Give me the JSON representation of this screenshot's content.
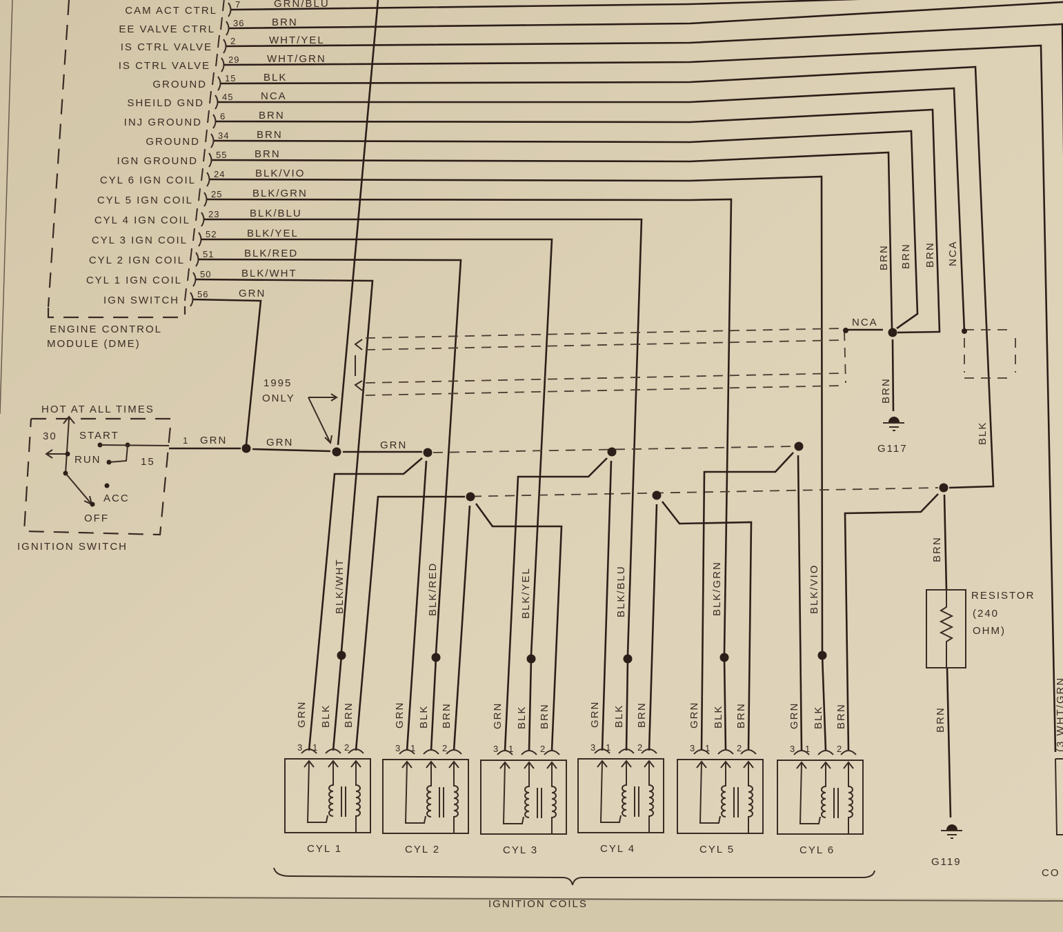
{
  "ecm": {
    "title_line1": "ENGINE CONTROL",
    "title_line2": "MODULE (DME)",
    "pins": [
      {
        "label": "CAM ACT CTRL",
        "pin": "7",
        "wire": "GRN/BLU"
      },
      {
        "label": "EE VALVE CTRL",
        "pin": "36",
        "wire": "BRN"
      },
      {
        "label": "IS CTRL VALVE",
        "pin": "2",
        "wire": "WHT/YEL"
      },
      {
        "label": "IS CTRL VALVE",
        "pin": "29",
        "wire": "WHT/GRN"
      },
      {
        "label": "GROUND",
        "pin": "15",
        "wire": "BLK"
      },
      {
        "label": "SHEILD GND",
        "pin": "45",
        "wire": "NCA"
      },
      {
        "label": "INJ GROUND",
        "pin": "6",
        "wire": "BRN"
      },
      {
        "label": "GROUND",
        "pin": "34",
        "wire": "BRN"
      },
      {
        "label": "IGN GROUND",
        "pin": "55",
        "wire": "BRN"
      },
      {
        "label": "CYL 6 IGN COIL",
        "pin": "24",
        "wire": "BLK/VIO"
      },
      {
        "label": "CYL 5 IGN COIL",
        "pin": "25",
        "wire": "BLK/GRN"
      },
      {
        "label": "CYL 4 IGN COIL",
        "pin": "23",
        "wire": "BLK/BLU"
      },
      {
        "label": "CYL 3 IGN COIL",
        "pin": "52",
        "wire": "BLK/YEL"
      },
      {
        "label": "CYL 2 IGN COIL",
        "pin": "51",
        "wire": "BLK/RED"
      },
      {
        "label": "CYL 1 IGN COIL",
        "pin": "50",
        "wire": "BLK/WHT"
      },
      {
        "label": "IGN SWITCH",
        "pin": "56",
        "wire": "GRN"
      }
    ]
  },
  "ignition_switch": {
    "title": "IGNITION SWITCH",
    "hot": "HOT AT ALL TIMES",
    "terminal_30": "30",
    "terminal_15": "15",
    "start": "START",
    "run": "RUN",
    "acc": "ACC",
    "off": "OFF",
    "output_pin": "1",
    "output_wire": "GRN"
  },
  "note_1995": {
    "line1": "1995",
    "line2": "ONLY"
  },
  "wire_labels": {
    "grn_a": "GRN",
    "grn_b": "GRN",
    "nca_shield": "NCA",
    "brn_g117": "BRN",
    "brn_top": [
      "BRN",
      "BRN",
      "BRN"
    ],
    "nca_top": "NCA",
    "blk_right": "BLK",
    "brn_resistor_top": "BRN",
    "brn_resistor_bottom": "BRN",
    "coil_triggers": [
      "BLK/WHT",
      "BLK/RED",
      "BLK/YEL",
      "BLK/BLU",
      "BLK/GRN",
      "BLK/VIO"
    ]
  },
  "grounds": {
    "g117": "G117",
    "g119": "G119"
  },
  "resistor": {
    "line1": "RESISTOR",
    "line2": "(240",
    "line3": "OHM)"
  },
  "coils": {
    "title": "IGNITION COILS",
    "items": [
      {
        "label": "CYL 1",
        "pins": [
          {
            "num": "3",
            "wire": "GRN"
          },
          {
            "num": "1",
            "wire": "BLK"
          },
          {
            "num": "2",
            "wire": "BRN"
          }
        ]
      },
      {
        "label": "CYL 2",
        "pins": [
          {
            "num": "3",
            "wire": "GRN"
          },
          {
            "num": "1",
            "wire": "BLK"
          },
          {
            "num": "2",
            "wire": "BRN"
          }
        ]
      },
      {
        "label": "CYL 3",
        "pins": [
          {
            "num": "3",
            "wire": "GRN"
          },
          {
            "num": "1",
            "wire": "BLK"
          },
          {
            "num": "2",
            "wire": "BRN"
          }
        ]
      },
      {
        "label": "CYL 4",
        "pins": [
          {
            "num": "3",
            "wire": "GRN"
          },
          {
            "num": "1",
            "wire": "BLK"
          },
          {
            "num": "2",
            "wire": "BRN"
          }
        ]
      },
      {
        "label": "CYL 5",
        "pins": [
          {
            "num": "3",
            "wire": "GRN"
          },
          {
            "num": "1",
            "wire": "BLK"
          },
          {
            "num": "2",
            "wire": "BRN"
          }
        ]
      },
      {
        "label": "CYL 6",
        "pins": [
          {
            "num": "3",
            "wire": "GRN"
          },
          {
            "num": "1",
            "wire": "BLK"
          },
          {
            "num": "2",
            "wire": "BRN"
          }
        ]
      }
    ]
  },
  "partial": {
    "right_wire_label": "(3 WHT/GRN",
    "bottom_text": "CO"
  },
  "colors": {
    "paper": "#dcd0b4",
    "ink": "#2c1f19"
  }
}
